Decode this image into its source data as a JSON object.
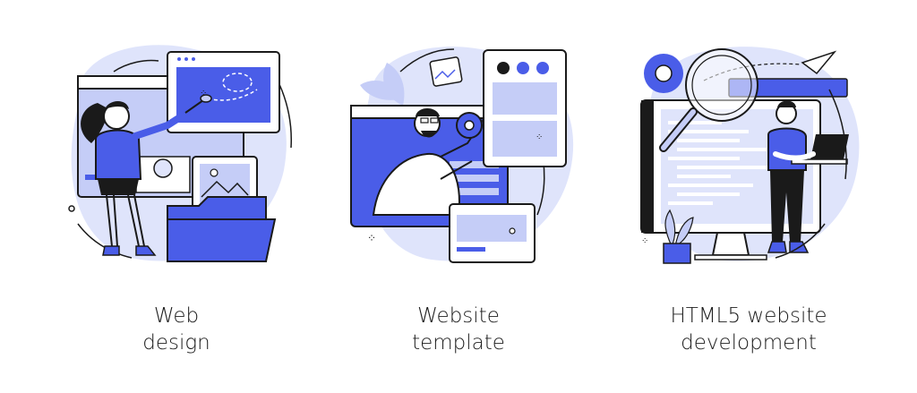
{
  "colors": {
    "accent": "#4a5de8",
    "light": "#c5cdf7",
    "lighter": "#dfe4fb",
    "ink": "#1a1a1a"
  },
  "panels": [
    {
      "caption_line1": "Web",
      "caption_line2": "design",
      "illustration": "designer-painting-web-layout"
    },
    {
      "caption_line1": "Website",
      "caption_line2": "template",
      "illustration": "man-configuring-template-gear"
    },
    {
      "caption_line1": "HTML5 website",
      "caption_line2": "development",
      "illustration": "developer-with-laptop-and-monitor"
    }
  ]
}
